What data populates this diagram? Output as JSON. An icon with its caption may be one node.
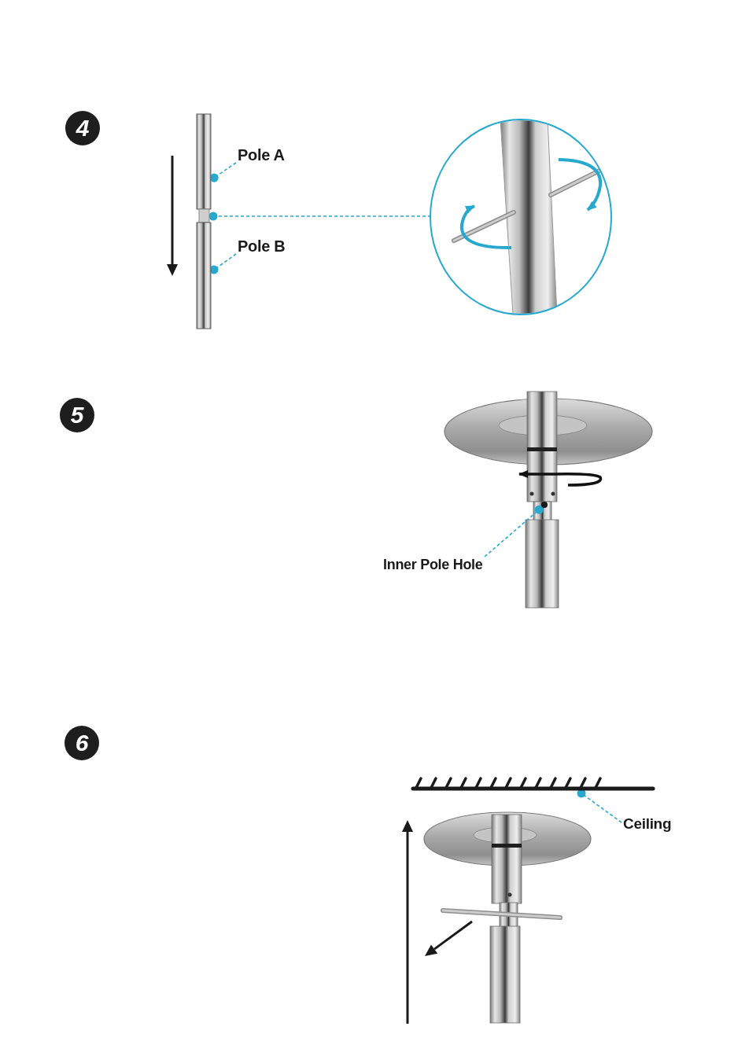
{
  "diagram": {
    "nodes": [
      {
        "text": [
          "Pole A"
        ]
      },
      {
        "text": [],
        "shape": "picture"
      },
      {
        "text": [],
        "shape": "picture"
      },
      {
        "text": [],
        "shape": "circle"
      },
      {
        "text": [
          "Pole B"
        ]
      },
      {
        "text": [],
        "shape": "picture"
      },
      {
        "text": [
          "Inner Pole Hole"
        ]
      },
      {
        "text": [],
        "shape": "circle"
      },
      {
        "text": [
          "Ceiling"
        ]
      },
      {
        "text": [],
        "shape": "picture"
      }
    ],
    "edges": [
      {
        "from": 0,
        "to": 1,
        "arrow": "other",
        "style": "dashed"
      },
      {
        "from": 3,
        "to": 2,
        "arrow": "other",
        "style": "dashed"
      },
      {
        "from": 4,
        "to": 5,
        "arrow": "other",
        "style": "dashed"
      },
      {
        "from": 6,
        "to": 7,
        "arrow": "other",
        "style": "dashed"
      },
      {
        "from": 8,
        "to": 9,
        "arrow": "other",
        "style": "dashed"
      }
    ],
    "labels": [
      "4",
      "5",
      "6"
    ]
  }
}
